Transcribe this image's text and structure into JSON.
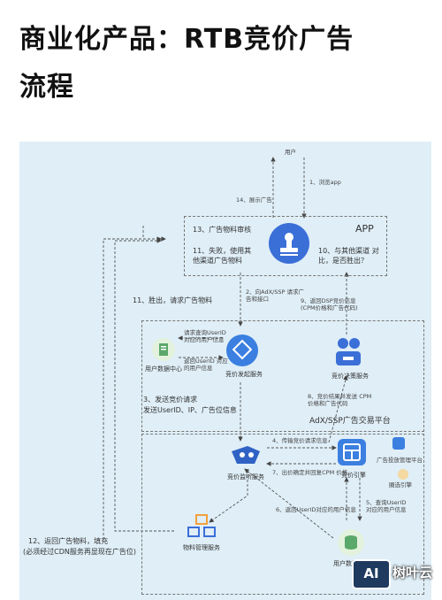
{
  "title_line1": "商业化产品：RTB竞价广告",
  "title_line2": "流程",
  "nodes": {
    "user": "用户",
    "app": "APP",
    "bid_initiation": "竞价发起服务",
    "user_data_center": "用户数据中心",
    "bid_decision": "竞价决策服务",
    "adx_platform": "AdX/SSP广告交易平台",
    "bid_monitor": "竞价监听服务",
    "bid_engine": "竞价引擎",
    "ad_delivery_platform": "广告投放管理平台",
    "audience_engine": "圈选引擎",
    "material_service": "物料管理服务",
    "user_data_platform": "用户数据平台"
  },
  "steps": {
    "s1": "1、浏览app",
    "s2": "2、向AdX/SSP 请求广告和接口",
    "s3a": "3、发送竞价请求",
    "s3b": "发送UserID、IP、广告位信息",
    "s4": "4、传输竞价请求信息",
    "s5": "5、查询UserID 对应的用户信息",
    "s6": "6、返回UserID对应的用户信息",
    "s7": "7、出价确定并回复CPM 价格",
    "s8": "8、竞价结果并发送 CPM价格和广告代码",
    "s9": "9、返回DSP竞价信息 (CPM价格和广告代码)",
    "s10": "10、与其他渠道 对比，是否胜出？",
    "s11_fail": "11、失败，使用其 他渠道广告物料",
    "s11_win": "11、胜出，请求广告物料",
    "s12a": "12、返回广告物料，填充",
    "s12b": "(必须经过CDN服务再显现在广告位)",
    "s13": "13、广告物料审核",
    "s14": "14、展示广告",
    "query_user": "请求查询UserID 对应的用户信息",
    "return_user": "返回UserID 对应的用户信息"
  },
  "watermark": {
    "logo": "AI",
    "text": "树叶云"
  }
}
